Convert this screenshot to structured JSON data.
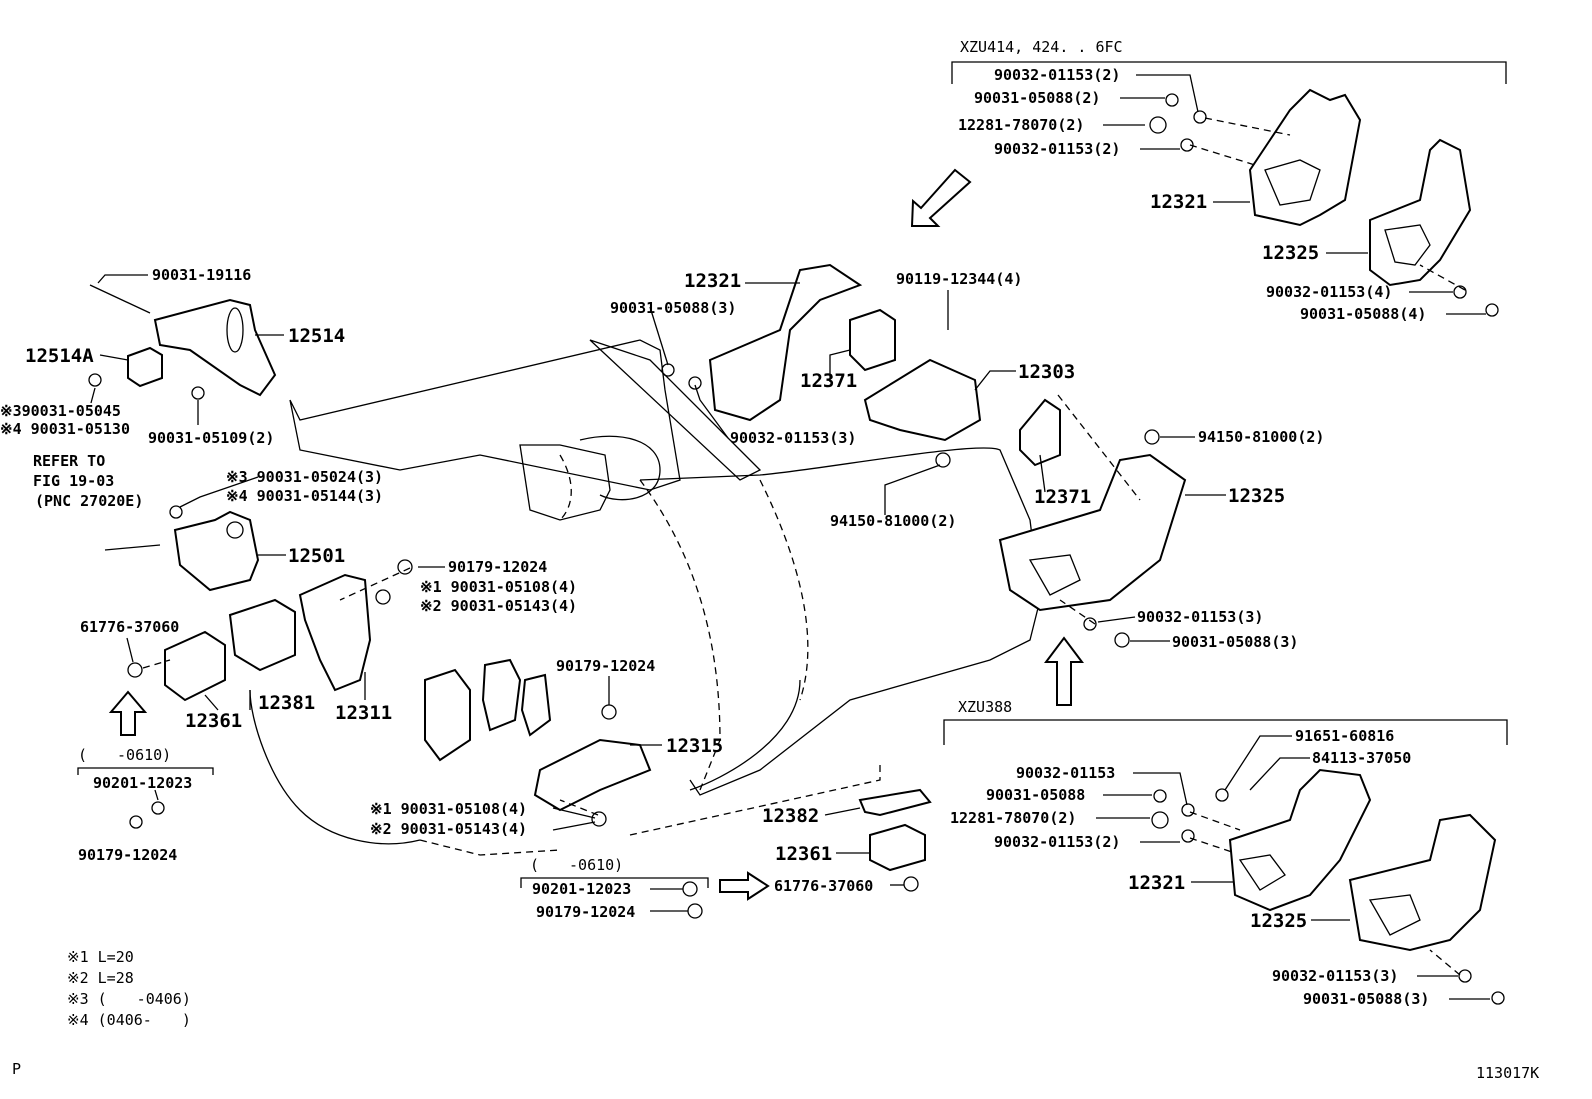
{
  "sections": {
    "xzu414": "XZU414, 424. . 6FC",
    "xzu388": "XZU388"
  },
  "labels": {
    "l_900320115_a": "90032-01153(2)",
    "l_900310508_a": "90031-05088(2)",
    "l_122817807_a": "12281-78070(2)",
    "l_900320115_b": "90032-01153(2)",
    "l_12321_a": "12321",
    "l_12325_a": "12325",
    "l_900320115_c": "90032-01153(4)",
    "l_900310508_c": "90031-05088(4)",
    "l_90031_19116": "90031-19116",
    "l_12514": "12514",
    "l_12514A": "12514A",
    "l_n3_05045": "※390031-05045",
    "l_n4_05130": "※4 90031-05130",
    "l_05109": "90031-05109(2)",
    "l_refer1": "REFER TO",
    "l_refer2": "FIG 19-03",
    "l_refer3": "(PNC 27020E)",
    "l_n3_05024": "※3 90031-05024(3)",
    "l_n4_05144": "※4 90031-05144(3)",
    "l_12501": "12501",
    "l_90179_a": "90179-12024",
    "l_n1_05108_a": "※1 90031-05108(4)",
    "l_n2_05143_a": "※2 90031-05143(4)",
    "l_61776_a": "61776-37060",
    "l_12361_a": "12361",
    "l_12381": "12381",
    "l_12311": "12311",
    "l_0610_a": "(　　-0610)",
    "l_90201_a": "90201-12023",
    "l_90179_b": "90179-12024",
    "l_12321_b": "12321",
    "l_05088_3": "90031-05088(3)",
    "l_12371_a": "12371",
    "l_01153_3a": "90032-01153(3)",
    "l_90119": "90119-12344(4)",
    "l_12303": "12303",
    "l_12371_b": "12371",
    "l_94150_a": "94150-81000(2)",
    "l_94150_b": "94150-81000(2)",
    "l_12325_b": "12325",
    "l_01153_3b": "90032-01153(3)",
    "l_05088_3b": "90031-05088(3)",
    "l_90179_c": "90179-12024",
    "l_12315": "12315",
    "l_n1_05108_b": "※1 90031-05108(4)",
    "l_n2_05143_b": "※2 90031-05143(4)",
    "l_0610_b": "(　　-0610)",
    "l_90201_b": "90201-12023",
    "l_90179_d": "90179-12024",
    "l_61776_b": "61776-37060",
    "l_12382": "12382",
    "l_12361_b": "12361",
    "l_91651": "91651-60816",
    "l_84113": "84113-37050",
    "l_01153_e": "90032-01153",
    "l_05088_e": "90031-05088",
    "l_78070_e": "12281-78070(2)",
    "l_01153_f": "90032-01153(2)",
    "l_12321_c": "12321",
    "l_12325_c": "12325",
    "l_01153_g": "90032-01153(3)",
    "l_05088_g": "90031-05088(3)"
  },
  "notes": [
    "※1 L=20",
    "※2 L=28",
    "※3 (　　-0406)",
    "※4 (0406-　　)"
  ],
  "corner_left": "P",
  "figure_code": "113017K"
}
